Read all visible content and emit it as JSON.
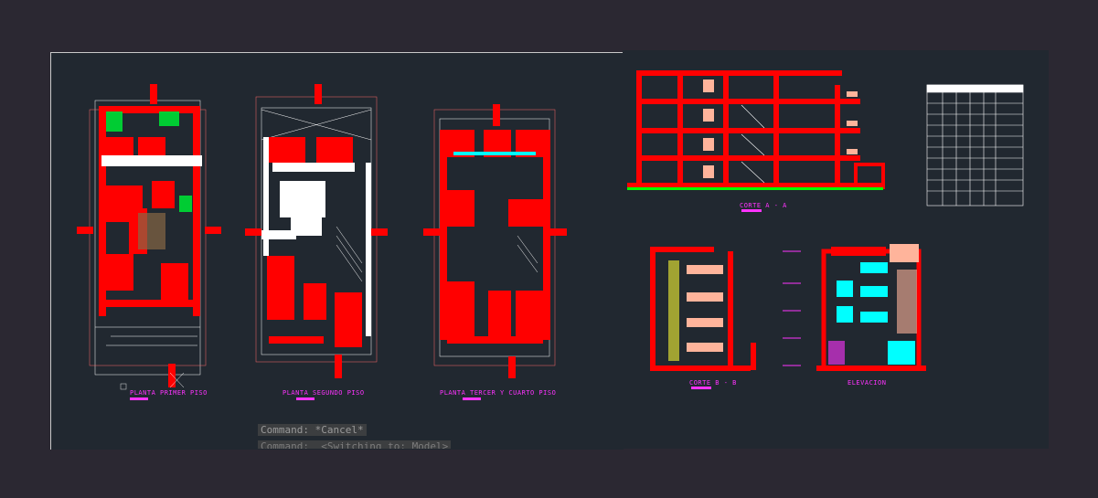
{
  "left_viewport": {
    "plans": [
      {
        "label": "PLANTA PRIMER PISO"
      },
      {
        "label": "PLANTA SEGUNDO PISO"
      },
      {
        "label": "PLANTA TERCER Y CUARTO PISO"
      }
    ]
  },
  "right_viewport": {
    "sections": {
      "a": {
        "label": "CORTE A - A"
      },
      "b": {
        "label": "CORTE B - B"
      },
      "elev": {
        "label": "ELEVACION"
      }
    }
  },
  "command_line": {
    "line1": "Command: *Cancel*",
    "line2": "Command:  <Switching to: Model>"
  },
  "colors": {
    "background": "#2b2832",
    "viewport": "#212830",
    "wall": "#ff0000",
    "label": "#ff33ff",
    "cyan": "#00ffff",
    "green": "#00ff00",
    "peach": "#ffb49b"
  }
}
